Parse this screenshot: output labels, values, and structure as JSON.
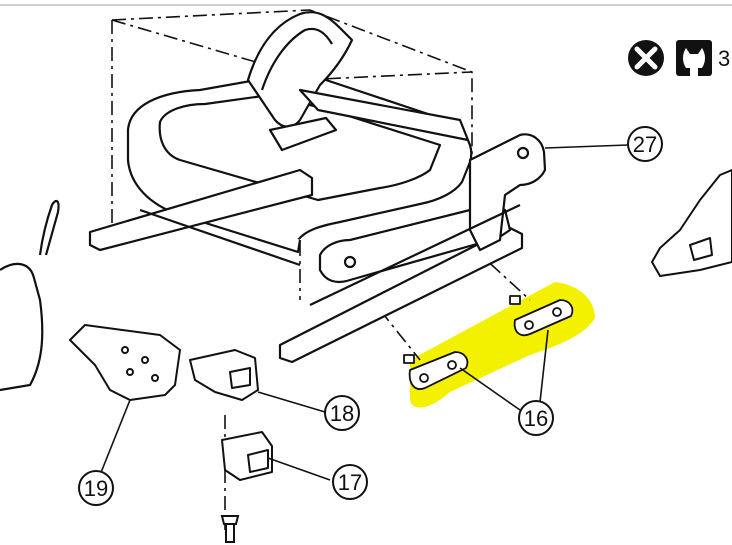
{
  "diagram": {
    "callouts": [
      {
        "id": "c27",
        "label": "27"
      },
      {
        "id": "c16",
        "label": "16"
      },
      {
        "id": "c18",
        "label": "18"
      },
      {
        "id": "c17",
        "label": "17"
      },
      {
        "id": "c19",
        "label": "19"
      }
    ],
    "icons": {
      "top_right_prefix": "3",
      "symbols": [
        "do-not-reuse-icon",
        "torque-wrench-icon"
      ]
    },
    "highlight_color": "#f4f100"
  }
}
